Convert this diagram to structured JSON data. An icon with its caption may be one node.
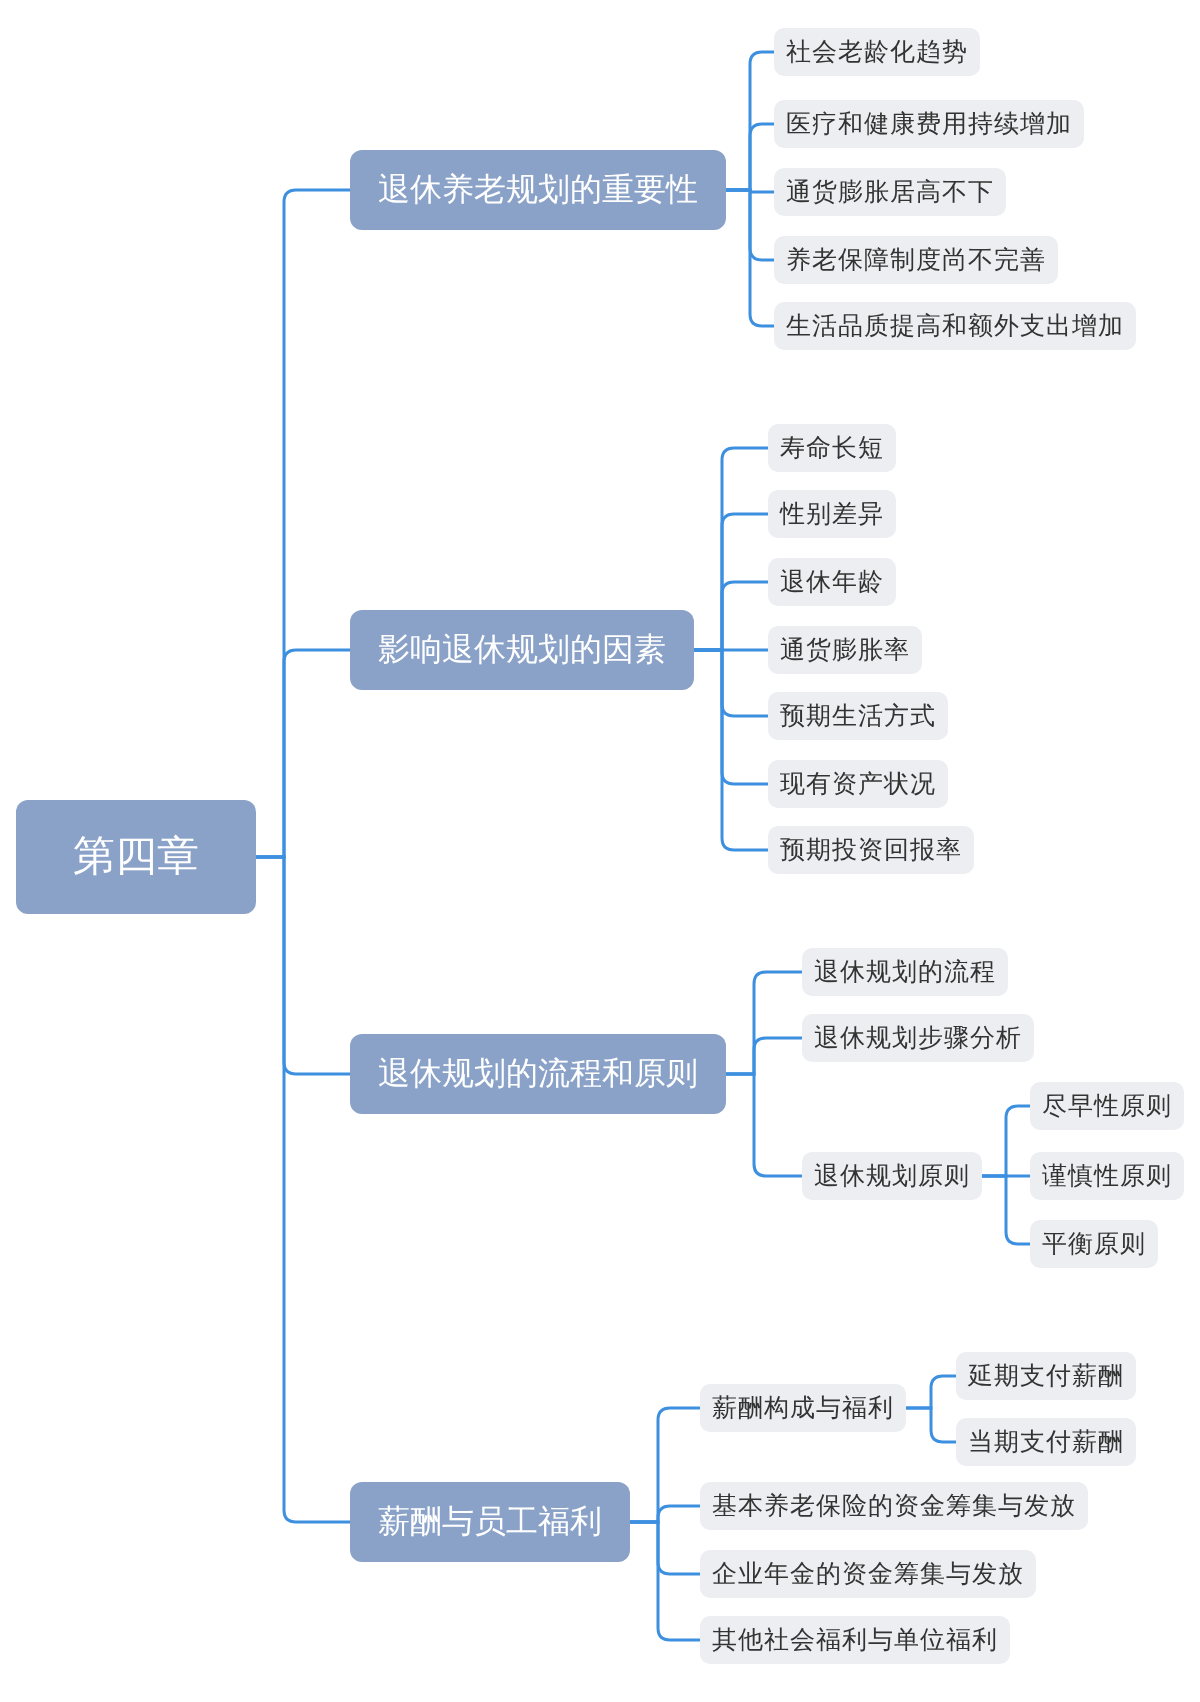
{
  "diagram": {
    "nodes": [
      {
        "text": [
          "第四章"
        ]
      },
      {
        "text": [
          "退休养老规划的重要性"
        ]
      },
      {
        "text": [
          "社会老龄化趋势"
        ]
      },
      {
        "text": [
          "医疗和健康费用持续增加"
        ]
      },
      {
        "text": [
          "通货膨胀居高不下"
        ]
      },
      {
        "text": [
          "养老保障制度尚不完善"
        ]
      },
      {
        "text": [
          "生活品质提高和额外支出增加"
        ]
      },
      {
        "text": [
          "影响退休规划的因素"
        ]
      },
      {
        "text": [
          "寿命长短"
        ]
      },
      {
        "text": [
          "性别差异"
        ]
      },
      {
        "text": [
          "退休年龄"
        ]
      },
      {
        "text": [
          "通货膨胀率"
        ]
      },
      {
        "text": [
          "预期生活方式"
        ]
      },
      {
        "text": [
          "现有资产状况"
        ]
      },
      {
        "text": [
          "预期投资回报率"
        ]
      },
      {
        "text": [
          "退休规划的流程和原则"
        ]
      },
      {
        "text": [
          "退休规划的流程"
        ]
      },
      {
        "text": [
          "退休规划步骤分析"
        ]
      },
      {
        "text": [
          "退休规划原则"
        ]
      },
      {
        "text": [
          "尽早性原则"
        ]
      },
      {
        "text": [
          "谨慎性原则"
        ]
      },
      {
        "text": [
          "平衡原则"
        ]
      },
      {
        "text": [
          "薪酬与员工福利"
        ]
      },
      {
        "text": [
          "薪酬构成与福利"
        ]
      },
      {
        "text": [
          "延期支付薪酬"
        ]
      },
      {
        "text": [
          "当期支付薪酬"
        ]
      },
      {
        "text": [
          "基本养老保险的资金筹集与发放"
        ]
      },
      {
        "text": [
          "企业年金的资金筹集与发放"
        ]
      },
      {
        "text": [
          "其他社会福利与单位福利"
        ]
      }
    ],
    "edges": [
      {
        "from": 0,
        "to": 1,
        "arrow": "none"
      },
      {
        "from": 1,
        "to": 2,
        "arrow": "none"
      },
      {
        "from": 1,
        "to": 3,
        "arrow": "none"
      },
      {
        "from": 1,
        "to": 4,
        "arrow": "none"
      },
      {
        "from": 1,
        "to": 5,
        "arrow": "none"
      },
      {
        "from": 1,
        "to": 6,
        "arrow": "none"
      },
      {
        "from": 0,
        "to": 7,
        "arrow": "none"
      },
      {
        "from": 7,
        "to": 8,
        "arrow": "none"
      },
      {
        "from": 7,
        "to": 9,
        "arrow": "none"
      },
      {
        "from": 7,
        "to": 10,
        "arrow": "none"
      },
      {
        "from": 7,
        "to": 11,
        "arrow": "none"
      },
      {
        "from": 7,
        "to": 12,
        "arrow": "none"
      },
      {
        "from": 7,
        "to": 13,
        "arrow": "none"
      },
      {
        "from": 7,
        "to": 14,
        "arrow": "none"
      },
      {
        "from": 0,
        "to": 15,
        "arrow": "none"
      },
      {
        "from": 15,
        "to": 16,
        "arrow": "none"
      },
      {
        "from": 15,
        "to": 17,
        "arrow": "none"
      },
      {
        "from": 15,
        "to": 18,
        "arrow": "none"
      },
      {
        "from": 18,
        "to": 19,
        "arrow": "none"
      },
      {
        "from": 18,
        "to": 20,
        "arrow": "none"
      },
      {
        "from": 18,
        "to": 21,
        "arrow": "none"
      },
      {
        "from": 0,
        "to": 22,
        "arrow": "none"
      },
      {
        "from": 22,
        "to": 23,
        "arrow": "none"
      },
      {
        "from": 23,
        "to": 24,
        "arrow": "none"
      },
      {
        "from": 23,
        "to": 25,
        "arrow": "none"
      },
      {
        "from": 22,
        "to": 26,
        "arrow": "none"
      },
      {
        "from": 22,
        "to": 27,
        "arrow": "none"
      },
      {
        "from": 22,
        "to": 28,
        "arrow": "none"
      }
    ]
  }
}
